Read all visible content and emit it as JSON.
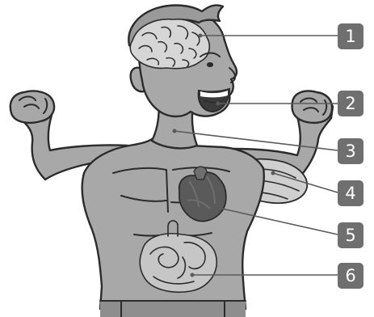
{
  "colors": {
    "skin": "#a8a8a8",
    "skin_shadow": "#959595",
    "outline": "#2b2b2b",
    "hair": "#9a9a9a",
    "brain": "#d6d6d6",
    "heart": "#5a5a5a",
    "heart_detail": "#6e6e6e",
    "muscle": "#cfcfcf",
    "intestine": "#c6c6c6",
    "mouth": "#3b3b3b",
    "teeth": "#ffffff",
    "trousers": "#8e8e8e",
    "leader_line": "#5a5a5a",
    "badge": "#6f6f6f",
    "badge_text": "#ffffff"
  },
  "callouts": [
    {
      "number": "1",
      "part": "brain"
    },
    {
      "number": "2",
      "part": "mouth"
    },
    {
      "number": "3",
      "part": "throat"
    },
    {
      "number": "4",
      "part": "arm-muscle"
    },
    {
      "number": "5",
      "part": "heart"
    },
    {
      "number": "6",
      "part": "intestines"
    }
  ]
}
